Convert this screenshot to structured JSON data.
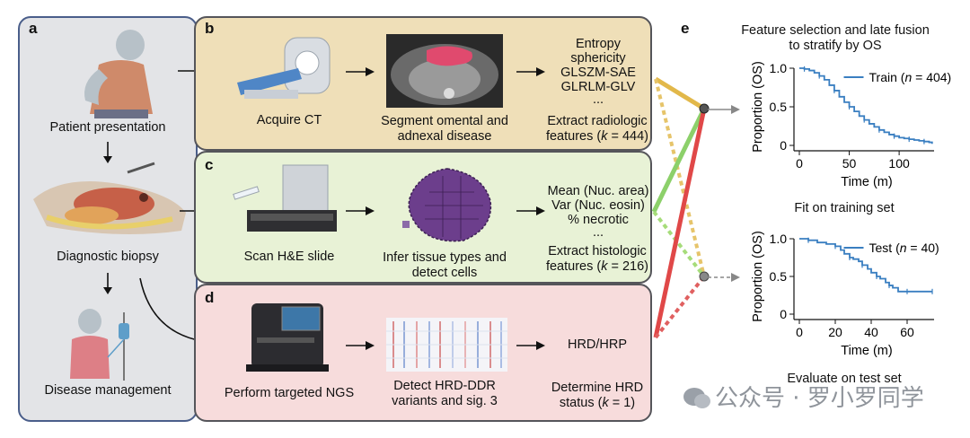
{
  "panel_a": {
    "label": "a",
    "steps": [
      "Patient presentation",
      "Diagnostic biopsy",
      "Disease management"
    ]
  },
  "panel_b": {
    "label": "b",
    "step1": "Acquire CT",
    "step2": [
      "Segment omental and",
      "adnexal disease"
    ],
    "features": [
      "Entropy",
      "sphericity",
      "GLSZM-SAE",
      "GLRLM-GLV",
      "..."
    ],
    "extract": [
      "Extract radiologic",
      "features (",
      "k",
      " = 444)"
    ]
  },
  "panel_c": {
    "label": "c",
    "step1": "Scan H&E slide",
    "step2": [
      "Infer tissue types and",
      "detect cells"
    ],
    "features": [
      "Mean (Nuc. area)",
      "Var (Nuc. eosin)",
      "% necrotic",
      "..."
    ],
    "extract": [
      "Extract histologic",
      "features (",
      "k",
      " = 216)"
    ]
  },
  "panel_d": {
    "label": "d",
    "step1": "Perform targeted NGS",
    "step2": [
      "Detect HRD-DDR",
      "variants and sig. 3"
    ],
    "result": "HRD/HRP",
    "extract": [
      "Determine HRD",
      "status (",
      "k",
      " = 1)"
    ]
  },
  "panel_e": {
    "label": "e",
    "title": [
      "Feature selection and late fusion",
      "to stratify by OS"
    ],
    "train_caption": "Fit on training set",
    "test_caption": "Evaluate on test set"
  },
  "watermark": "公众号 · 罗小罗同学",
  "chart_data": [
    {
      "type": "line",
      "title": "",
      "xlabel": "Time (m)",
      "ylabel": "Proportion (OS)",
      "xlim": [
        0,
        135
      ],
      "ylim": [
        0,
        1.0
      ],
      "xticks": [
        0,
        50,
        100
      ],
      "yticks": [
        0,
        0.5,
        1.0
      ],
      "yticklabels": [
        "0",
        "0.5",
        "1.0"
      ],
      "legend": "top-right",
      "series": [
        {
          "name": "Train (n = 404)",
          "legend_parts": [
            "Train (",
            "n",
            " = 404)"
          ],
          "color": "#3a7fc1",
          "x": [
            0,
            5,
            10,
            15,
            20,
            25,
            30,
            35,
            40,
            45,
            50,
            55,
            60,
            65,
            70,
            75,
            80,
            85,
            90,
            95,
            100,
            105,
            110,
            115,
            120,
            125,
            130,
            133
          ],
          "y": [
            1.0,
            0.99,
            0.97,
            0.94,
            0.9,
            0.85,
            0.78,
            0.71,
            0.63,
            0.56,
            0.5,
            0.44,
            0.38,
            0.33,
            0.28,
            0.24,
            0.2,
            0.17,
            0.14,
            0.12,
            0.1,
            0.09,
            0.08,
            0.07,
            0.06,
            0.05,
            0.04,
            0.02
          ]
        }
      ]
    },
    {
      "type": "line",
      "title": "",
      "xlabel": "Time (m)",
      "ylabel": "Proportion (OS)",
      "xlim": [
        0,
        75
      ],
      "ylim": [
        0,
        1.0
      ],
      "xticks": [
        0,
        20,
        40,
        60
      ],
      "yticks": [
        0,
        0.5,
        1.0
      ],
      "yticklabels": [
        "0",
        "0.5",
        "1.0"
      ],
      "legend": "top-right",
      "series": [
        {
          "name": "Test (n = 40)",
          "legend_parts": [
            "Test (",
            "n",
            " = 40)"
          ],
          "color": "#3a7fc1",
          "x": [
            0,
            5,
            10,
            15,
            20,
            23,
            25,
            28,
            30,
            33,
            35,
            38,
            40,
            43,
            45,
            48,
            50,
            52,
            55,
            60,
            65,
            70,
            74
          ],
          "y": [
            1.0,
            0.98,
            0.95,
            0.93,
            0.9,
            0.85,
            0.8,
            0.75,
            0.73,
            0.7,
            0.65,
            0.6,
            0.55,
            0.5,
            0.47,
            0.42,
            0.38,
            0.35,
            0.3,
            0.3,
            0.3,
            0.3,
            0.3
          ]
        }
      ]
    }
  ]
}
